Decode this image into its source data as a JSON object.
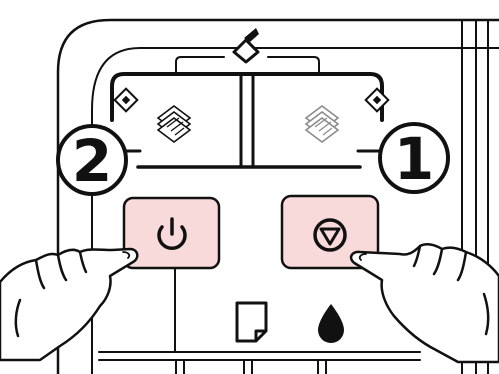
{
  "callouts": {
    "left_number": "2",
    "right_number": "1"
  },
  "buttons": {
    "left_button_icon": "power-icon",
    "right_button_icon": "stop-cancel-icon",
    "button_fill": "#f9dada",
    "button_stroke": "#111111"
  },
  "panel": {
    "top_icon": "scanner-lid-icon",
    "left_group": {
      "start_icon": "diamond-start-icon",
      "copy_icon": "copy-pages-icon-black"
    },
    "right_group": {
      "start_icon": "diamond-start-icon",
      "copy_icon": "copy-pages-icon-grey"
    },
    "bottom_icons": [
      "paper-icon",
      "ink-drop-icon"
    ]
  },
  "hands": [
    "pressing-hand-left",
    "pressing-hand-right"
  ],
  "colors": {
    "line": "#111111",
    "copy_black": "#111111",
    "copy_grey": "#8c8c8c",
    "background": "#ffffff"
  }
}
